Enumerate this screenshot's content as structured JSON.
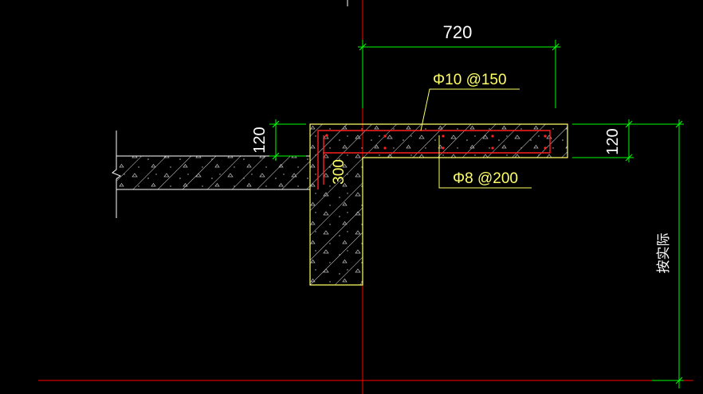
{
  "drawing": {
    "dim_width": "720",
    "dim_slab_left": "120",
    "dim_slab_right": "120",
    "dim_beam": "300",
    "rebar_top": "Φ10 @150",
    "rebar_dist": "Φ8 @200",
    "side_note": "按实际"
  },
  "colors": {
    "background": "#000000",
    "concrete_outline": "#ffff66",
    "dimension": "#00ff00",
    "axis": "#ff0000",
    "rebar": "#ff2020",
    "text": "#ffffff",
    "annotation": "#ffff66"
  }
}
